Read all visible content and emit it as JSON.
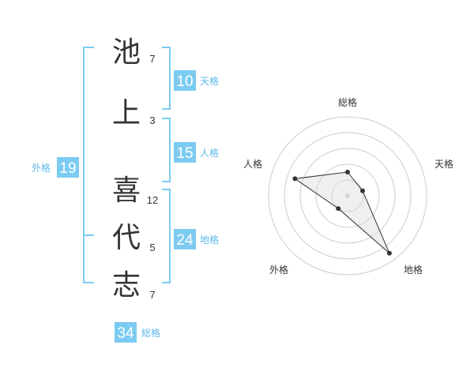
{
  "name": {
    "chars": [
      {
        "char": "池",
        "strokes": "7"
      },
      {
        "char": "上",
        "strokes": "3"
      },
      {
        "char": "喜",
        "strokes": "12"
      },
      {
        "char": "代",
        "strokes": "5"
      },
      {
        "char": "志",
        "strokes": "7"
      }
    ]
  },
  "kaku": {
    "tenkaku": {
      "value": "10",
      "label": "天格"
    },
    "jinkaku": {
      "value": "15",
      "label": "人格"
    },
    "chikaku": {
      "value": "24",
      "label": "地格"
    },
    "gaikaku": {
      "value": "19",
      "label": "外格"
    },
    "soukaku": {
      "value": "34",
      "label": "総格"
    }
  },
  "chart_data": {
    "type": "radar",
    "axes": [
      "総格",
      "天格",
      "地格",
      "外格",
      "人格"
    ],
    "values": [
      1.5,
      1.0,
      4.5,
      1.0,
      3.5
    ],
    "max": 5
  },
  "colors": {
    "accent": "#7ccbf2",
    "accent_text": "#5fb9ea",
    "text": "#333333",
    "grid": "#cccccc"
  }
}
